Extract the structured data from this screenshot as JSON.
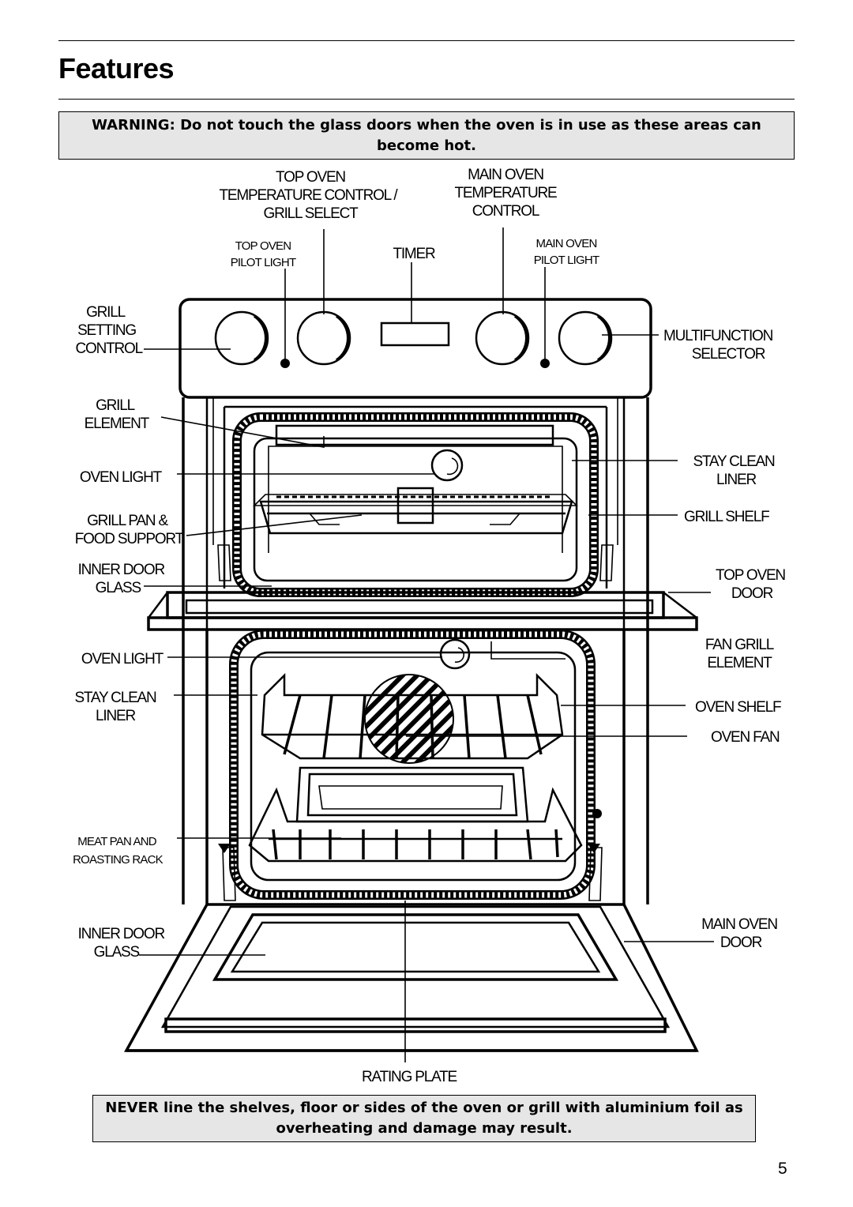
{
  "page": {
    "heading": "Features",
    "warning_bold": "WARNING:",
    "warning_text": "Do not touch the glass doors when the oven is in use as these areas can become hot.",
    "never_bold": "NEVER",
    "never_text": "line the shelves, floor or sides of the oven or grill with aluminium foil as overheating and damage may result.",
    "page_number": "5"
  },
  "labels": {
    "top_oven_control": [
      "TOP OVEN",
      "TEMPERATURE CONTROL /",
      "GRILL SELECT"
    ],
    "main_oven_control": [
      "MAIN OVEN",
      "TEMPERATURE",
      "CONTROL"
    ],
    "top_oven_pilot": [
      "TOP OVEN",
      "PILOT LIGHT"
    ],
    "timer": "TIMER",
    "main_oven_pilot": [
      "MAIN OVEN",
      "PILOT LIGHT"
    ],
    "grill_setting_control": [
      "GRILL",
      "SETTING",
      "CONTROL"
    ],
    "multifunction_selector": [
      "MULTIFUNCTION",
      "SELECTOR"
    ],
    "grill_element": [
      "GRILL",
      "ELEMENT"
    ],
    "oven_light_top": "OVEN LIGHT",
    "stay_clean_liner_right": [
      "STAY CLEAN",
      "LINER"
    ],
    "grill_pan": [
      "GRILL PAN &",
      "FOOD SUPPORT"
    ],
    "grill_shelf": "GRILL SHELF",
    "inner_door_glass_top": [
      "INNER DOOR",
      "GLASS"
    ],
    "top_oven_door": [
      "TOP OVEN",
      "DOOR"
    ],
    "oven_light_main": "OVEN LIGHT",
    "fan_grill_element": [
      "FAN GRILL",
      "ELEMENT"
    ],
    "stay_clean_liner_left": [
      "STAY CLEAN",
      "LINER"
    ],
    "oven_shelf": "OVEN SHELF",
    "oven_fan": "OVEN FAN",
    "meat_pan": [
      "MEAT PAN AND",
      "ROASTING RACK"
    ],
    "inner_door_glass_main": [
      "INNER DOOR",
      "GLASS"
    ],
    "main_oven_door": [
      "MAIN OVEN",
      "DOOR"
    ],
    "rating_plate": "RATING PLATE"
  }
}
